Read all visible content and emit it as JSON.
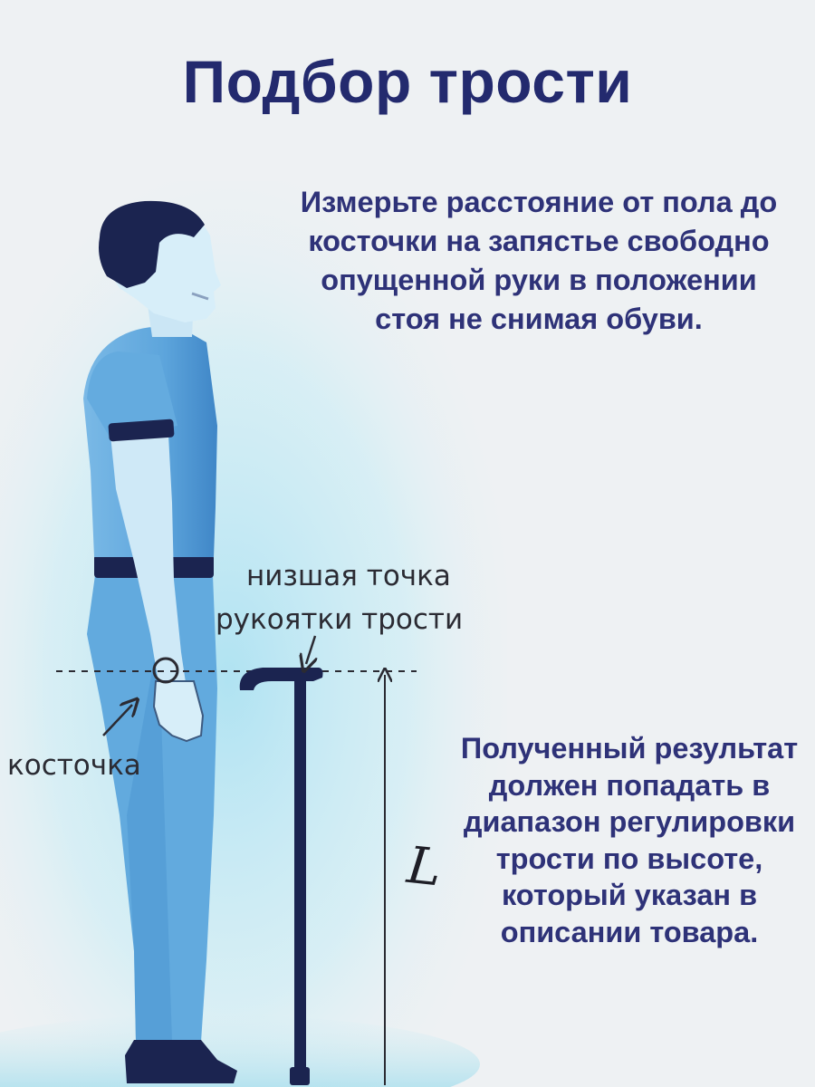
{
  "title": "Подбор трости",
  "instruction": "Измерьте расстояние от пола до косточки на запястье свободно опущенной руки в положении стоя не снимая обуви.",
  "result": "Полученный результат должен попадать в диапазон регулировки трости по высоте, который указан в описании товара.",
  "diagram": {
    "handle_label_line1": "низшая точка",
    "handle_label_line2": "рукоятки трости",
    "wrist_label": "косточка",
    "length_label": "L"
  },
  "colors": {
    "background": "#eef1f3",
    "title": "#232a6e",
    "text": "#2e3278",
    "figure_blue": "#5ea6dc",
    "figure_dark": "#1b2450",
    "glow": "#bfe6f2"
  }
}
